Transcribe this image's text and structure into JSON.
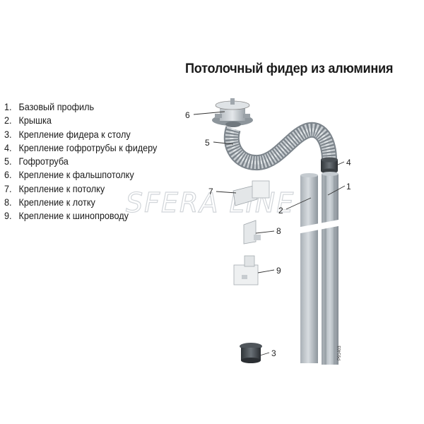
{
  "title": "Потолочный фидер из алюминия",
  "legend": [
    {
      "num": "1.",
      "label": "Базовый профиль"
    },
    {
      "num": "2.",
      "label": "Крышка"
    },
    {
      "num": "3.",
      "label": "Крепление фидера к столу"
    },
    {
      "num": "4.",
      "label": "Крепление гофротрубы к фидеру"
    },
    {
      "num": "5.",
      "label": "Гофротруба"
    },
    {
      "num": "6.",
      "label": "Крепление к фальшпотолку"
    },
    {
      "num": "7.",
      "label": "Крепление к потолку"
    },
    {
      "num": "8.",
      "label": "Крепление к лотку"
    },
    {
      "num": "9.",
      "label": "Крепление к шинопроводу"
    }
  ],
  "callouts": {
    "c1": "1",
    "c2": "2",
    "c3": "3",
    "c4": "4",
    "c5": "5",
    "c6": "6",
    "c7": "7",
    "c8": "8",
    "c9": "9"
  },
  "figure_code": "P91403",
  "watermark": "SFERA LINE"
}
